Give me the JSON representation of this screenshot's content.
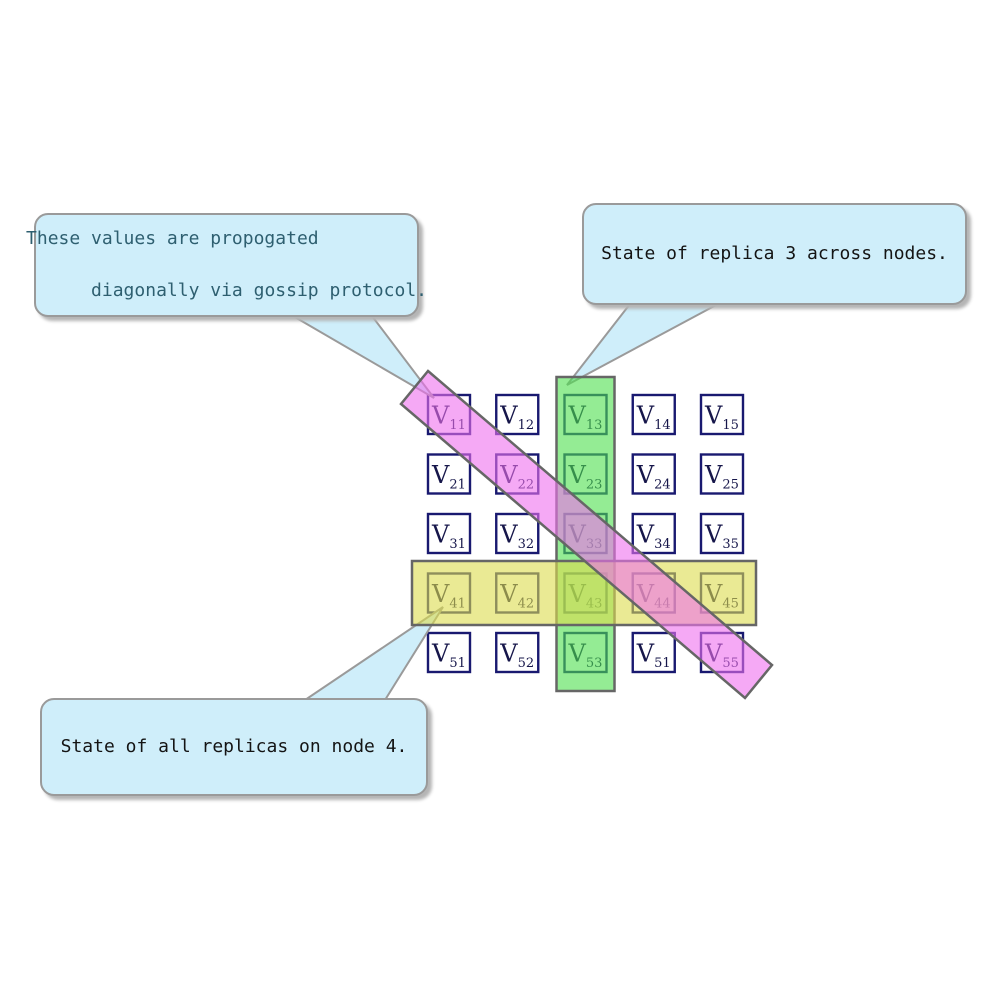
{
  "canvas": {
    "background": "#ffffff"
  },
  "callouts": [
    {
      "name": "gossip-protocol",
      "lines": [
        "These values are propogated",
        "diagonally via gossip protocol."
      ],
      "text_color": "#2e5f70"
    },
    {
      "name": "replica-3",
      "lines": [
        "State of replica 3 across nodes."
      ],
      "text_color": "#141414"
    },
    {
      "name": "node-4",
      "lines": [
        "State of all replicas on node 4."
      ],
      "text_color": "#141414"
    }
  ],
  "callout_style": {
    "fill": "#cfeefa",
    "border": "#9a9a9a"
  },
  "matrix": {
    "symbol": "V",
    "rows": [
      [
        "11",
        "12",
        "13",
        "14",
        "15"
      ],
      [
        "21",
        "22",
        "23",
        "24",
        "25"
      ],
      [
        "31",
        "32",
        "33",
        "34",
        "35"
      ],
      [
        "41",
        "42",
        "43",
        "44",
        "45"
      ],
      [
        "51",
        "52",
        "53",
        "51",
        "55"
      ]
    ],
    "cell_border_color": "#191970",
    "text_color": "#16164a"
  },
  "highlights": {
    "replica_column": {
      "description": "State of replica 3 across nodes",
      "color": "#4ce04c"
    },
    "node_row": {
      "description": "State of all replicas on node 4",
      "color": "#dcdc4c"
    },
    "gossip_diagonal": {
      "description": "Values propogated diagonally via gossip protocol",
      "color": "#ee70ee"
    },
    "border_color": "#666666"
  }
}
